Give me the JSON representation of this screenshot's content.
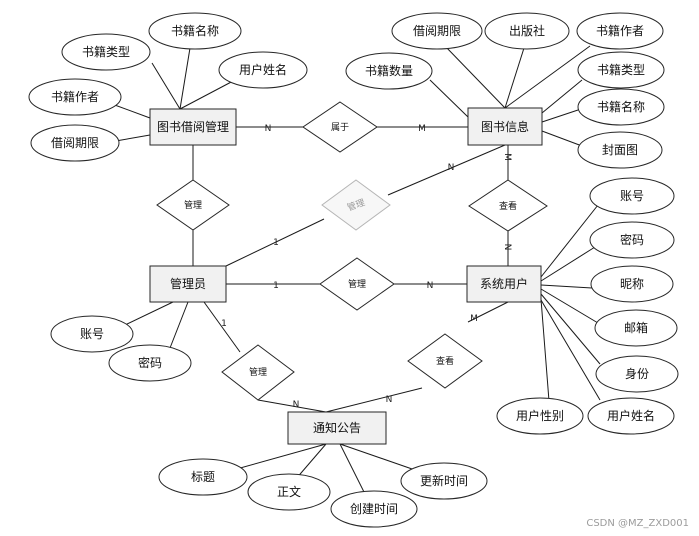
{
  "entities": {
    "borrow_mgmt": "图书借阅管理",
    "book_info": "图书信息",
    "admin": "管理员",
    "user": "系统用户",
    "notice": "通知公告"
  },
  "attributes": {
    "bm_category": "书籍类型",
    "bm_name": "书籍名称",
    "bm_username": "用户姓名",
    "bm_author": "书籍作者",
    "bm_period": "借阅期限",
    "bi_period": "借阅期限",
    "bi_publisher": "出版社",
    "bi_author": "书籍作者",
    "bi_quantity": "书籍数量",
    "bi_category": "书籍类型",
    "bi_name": "书籍名称",
    "bi_cover": "封面图",
    "u_account": "账号",
    "u_password": "密码",
    "u_nickname": "昵称",
    "u_email": "邮箱",
    "u_identity": "身份",
    "u_gender": "用户性别",
    "u_name": "用户姓名",
    "a_account": "账号",
    "a_password": "密码",
    "n_title": "标题",
    "n_body": "正文",
    "n_created": "创建时间",
    "n_updated": "更新时间"
  },
  "relationships": {
    "belongs": "属于",
    "manage_borrow": "管理",
    "manage_book": "管理",
    "manage_user": "管理",
    "manage_notice": "管理",
    "view_book": "查看",
    "view_notice": "查看"
  },
  "cardinalities": {
    "belongs_left": "N",
    "belongs_right": "M",
    "manage_book_admin": "1",
    "manage_book_book": "N",
    "manage_user_admin": "1",
    "manage_user_user": "N",
    "view_book_book": "M",
    "view_book_user": "N",
    "manage_notice_admin": "1",
    "manage_notice_notice": "N",
    "view_notice_notice": "N",
    "view_notice_user": "M"
  },
  "watermark": "CSDN @MZ_ZXD001"
}
